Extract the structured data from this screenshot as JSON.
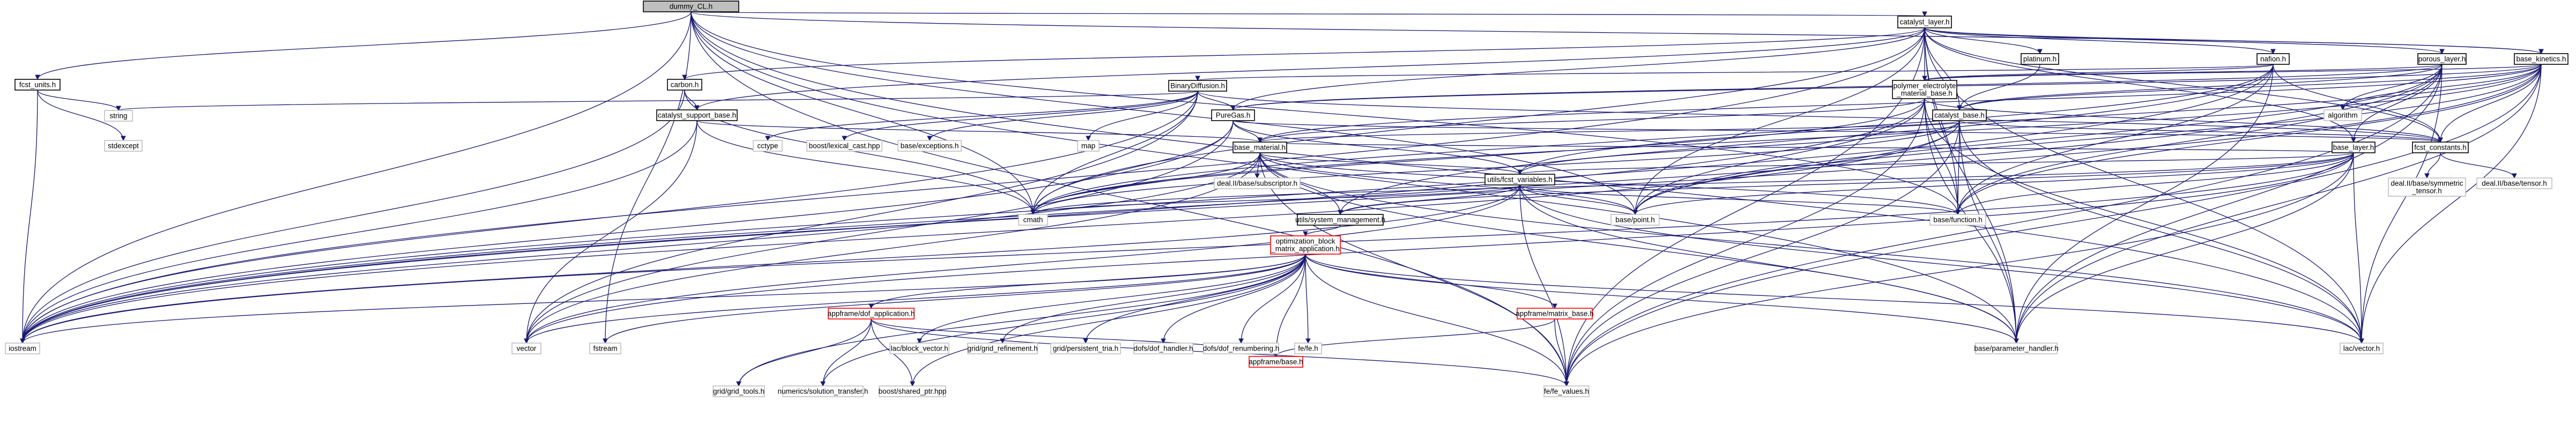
{
  "diagram": {
    "nodes": [
      {
        "id": "dummy",
        "lines": [
          "dummy_CL.h"
        ],
        "style": "root"
      },
      {
        "id": "catalyst_layer",
        "lines": [
          "catalyst_layer.h"
        ],
        "style": "normal"
      },
      {
        "id": "fcst_units",
        "lines": [
          "fcst_units.h"
        ],
        "style": "normal"
      },
      {
        "id": "carbon",
        "lines": [
          "carbon.h"
        ],
        "style": "normal"
      },
      {
        "id": "platinum",
        "lines": [
          "platinum.h"
        ],
        "style": "normal"
      },
      {
        "id": "nafion",
        "lines": [
          "nafion.h"
        ],
        "style": "normal"
      },
      {
        "id": "porous_layer",
        "lines": [
          "porous_layer.h"
        ],
        "style": "normal"
      },
      {
        "id": "base_kinetics",
        "lines": [
          "base_kinetics.h"
        ],
        "style": "normal"
      },
      {
        "id": "binary_diffusion",
        "lines": [
          "BinaryDiffusion.h"
        ],
        "style": "normal"
      },
      {
        "id": "polymer_electrolyte",
        "lines": [
          "polymer_electrolyte",
          "_material_base.h"
        ],
        "style": "normal"
      },
      {
        "id": "catalyst_support_base",
        "lines": [
          "catalyst_support_base.h"
        ],
        "style": "normal"
      },
      {
        "id": "puregas",
        "lines": [
          "PureGas.h"
        ],
        "style": "normal"
      },
      {
        "id": "catalyst_base",
        "lines": [
          "catalyst_base.h"
        ],
        "style": "normal"
      },
      {
        "id": "base_material",
        "lines": [
          "base_material.h"
        ],
        "style": "normal"
      },
      {
        "id": "base_layer",
        "lines": [
          "base_layer.h"
        ],
        "style": "normal"
      },
      {
        "id": "fcst_constants",
        "lines": [
          "fcst_constants.h"
        ],
        "style": "normal"
      },
      {
        "id": "fcst_variables",
        "lines": [
          "utils/fcst_variables.h"
        ],
        "style": "normal"
      },
      {
        "id": "system_management",
        "lines": [
          "utils/system_management.h"
        ],
        "style": "normal"
      },
      {
        "id": "optimization",
        "lines": [
          "optimization_block",
          "_matrix_application.h"
        ],
        "style": "red"
      },
      {
        "id": "dof_application",
        "lines": [
          "appframe/dof_application.h"
        ],
        "style": "red"
      },
      {
        "id": "matrix_base",
        "lines": [
          "appframe/matrix_base.h"
        ],
        "style": "red"
      },
      {
        "id": "appframe_base",
        "lines": [
          "appframe/base.h"
        ],
        "style": "red"
      },
      {
        "id": "iostream",
        "lines": [
          "iostream"
        ],
        "style": "ext"
      },
      {
        "id": "stdexcept",
        "lines": [
          "stdexcept"
        ],
        "style": "ext"
      },
      {
        "id": "string",
        "lines": [
          "string"
        ],
        "style": "ext"
      },
      {
        "id": "vector",
        "lines": [
          "vector"
        ],
        "style": "ext"
      },
      {
        "id": "fstream",
        "lines": [
          "fstream"
        ],
        "style": "ext"
      },
      {
        "id": "cmath",
        "lines": [
          "cmath"
        ],
        "style": "ext"
      },
      {
        "id": "cctype",
        "lines": [
          "cctype"
        ],
        "style": "ext"
      },
      {
        "id": "boost_lexical",
        "lines": [
          "boost/lexical_cast.hpp"
        ],
        "style": "ext"
      },
      {
        "id": "base_exceptions",
        "lines": [
          "base/exceptions.h"
        ],
        "style": "ext"
      },
      {
        "id": "map",
        "lines": [
          "map"
        ],
        "style": "ext"
      },
      {
        "id": "algorithm",
        "lines": [
          "algorithm"
        ],
        "style": "ext"
      },
      {
        "id": "base_point",
        "lines": [
          "base/point.h"
        ],
        "style": "ext"
      },
      {
        "id": "base_function",
        "lines": [
          "base/function.h"
        ],
        "style": "ext"
      },
      {
        "id": "base_parameter_handler",
        "lines": [
          "base/parameter_handler.h"
        ],
        "style": "ext"
      },
      {
        "id": "lac_vector",
        "lines": [
          "lac/vector.h"
        ],
        "style": "ext"
      },
      {
        "id": "fe_values",
        "lines": [
          "fe/fe_values.h"
        ],
        "style": "ext"
      },
      {
        "id": "subscriptor",
        "lines": [
          "deal.II/base/subscriptor.h"
        ],
        "style": "ext"
      },
      {
        "id": "symmetric_tensor",
        "lines": [
          "deal.II/base/symmetric",
          "_tensor.h"
        ],
        "style": "ext"
      },
      {
        "id": "tensor",
        "lines": [
          "deal.II/base/tensor.h"
        ],
        "style": "ext"
      },
      {
        "id": "block_vector",
        "lines": [
          "lac/block_vector.h"
        ],
        "style": "ext"
      },
      {
        "id": "grid_refinement",
        "lines": [
          "grid/grid_refinement.h"
        ],
        "style": "ext"
      },
      {
        "id": "persistent_tria",
        "lines": [
          "grid/persistent_tria.h"
        ],
        "style": "ext"
      },
      {
        "id": "dof_handler",
        "lines": [
          "dofs/dof_handler.h"
        ],
        "style": "ext"
      },
      {
        "id": "dof_renumbering",
        "lines": [
          "dofs/dof_renumbering.h"
        ],
        "style": "ext"
      },
      {
        "id": "fe_fe",
        "lines": [
          "fe/fe.h"
        ],
        "style": "ext"
      },
      {
        "id": "grid_tools",
        "lines": [
          "grid/grid_tools.h"
        ],
        "style": "ext"
      },
      {
        "id": "solution_transfer",
        "lines": [
          "numerics/solution_transfer.h"
        ],
        "style": "ext"
      },
      {
        "id": "shared_ptr",
        "lines": [
          "boost/shared_ptr.hpp"
        ],
        "style": "ext"
      }
    ],
    "edges": [
      [
        "dummy",
        "catalyst_layer"
      ],
      [
        "dummy",
        "fcst_units"
      ],
      [
        "dummy",
        "iostream"
      ],
      [
        "dummy",
        "cmath"
      ],
      [
        "dummy",
        "base_point"
      ],
      [
        "dummy",
        "base_function"
      ],
      [
        "dummy",
        "base_parameter_handler"
      ],
      [
        "dummy",
        "lac_vector"
      ],
      [
        "dummy",
        "fe_values"
      ],
      [
        "dummy",
        "base_kinetics"
      ],
      [
        "dummy",
        "fstream"
      ],
      [
        "fcst_units",
        "iostream"
      ],
      [
        "fcst_units",
        "stdexcept"
      ],
      [
        "fcst_units",
        "string"
      ],
      [
        "catalyst_layer",
        "carbon"
      ],
      [
        "catalyst_layer",
        "platinum"
      ],
      [
        "catalyst_layer",
        "nafion"
      ],
      [
        "catalyst_layer",
        "porous_layer"
      ],
      [
        "catalyst_layer",
        "base_kinetics"
      ],
      [
        "catalyst_layer",
        "catalyst_support_base"
      ],
      [
        "catalyst_layer",
        "catalyst_base"
      ],
      [
        "catalyst_layer",
        "polymer_electrolyte"
      ],
      [
        "catalyst_layer",
        "base_layer"
      ],
      [
        "catalyst_layer",
        "puregas"
      ],
      [
        "catalyst_layer",
        "iostream"
      ],
      [
        "catalyst_layer",
        "base_point"
      ],
      [
        "catalyst_layer",
        "base_function"
      ],
      [
        "catalyst_layer",
        "base_parameter_handler"
      ],
      [
        "catalyst_layer",
        "lac_vector"
      ],
      [
        "catalyst_layer",
        "fe_values"
      ],
      [
        "catalyst_layer",
        "fcst_constants"
      ],
      [
        "catalyst_layer",
        "cmath"
      ],
      [
        "carbon",
        "catalyst_support_base"
      ],
      [
        "carbon",
        "iostream"
      ],
      [
        "carbon",
        "cmath"
      ],
      [
        "platinum",
        "catalyst_base"
      ],
      [
        "nafion",
        "polymer_electrolyte"
      ],
      [
        "nafion",
        "binary_diffusion"
      ],
      [
        "nafion",
        "iostream"
      ],
      [
        "nafion",
        "base_parameter_handler"
      ],
      [
        "nafion",
        "fcst_constants"
      ],
      [
        "nafion",
        "base_function"
      ],
      [
        "nafion",
        "system_management"
      ],
      [
        "nafion",
        "cmath"
      ],
      [
        "porous_layer",
        "base_layer"
      ],
      [
        "porous_layer",
        "puregas"
      ],
      [
        "porous_layer",
        "polymer_electrolyte"
      ],
      [
        "porous_layer",
        "catalyst_base"
      ],
      [
        "porous_layer",
        "base_point"
      ],
      [
        "porous_layer",
        "base_function"
      ],
      [
        "porous_layer",
        "lac_vector"
      ],
      [
        "porous_layer",
        "fe_values"
      ],
      [
        "porous_layer",
        "algorithm"
      ],
      [
        "porous_layer",
        "iostream"
      ],
      [
        "porous_layer",
        "base_parameter_handler"
      ],
      [
        "base_kinetics",
        "catalyst_base"
      ],
      [
        "base_kinetics",
        "polymer_electrolyte"
      ],
      [
        "base_kinetics",
        "puregas"
      ],
      [
        "base_kinetics",
        "base_material"
      ],
      [
        "base_kinetics",
        "fcst_constants"
      ],
      [
        "base_kinetics",
        "fcst_variables"
      ],
      [
        "base_kinetics",
        "algorithm"
      ],
      [
        "base_kinetics",
        "base_point"
      ],
      [
        "base_kinetics",
        "base_function"
      ],
      [
        "base_kinetics",
        "lac_vector"
      ],
      [
        "base_kinetics",
        "fe_values"
      ],
      [
        "base_kinetics",
        "iostream"
      ],
      [
        "base_kinetics",
        "base_parameter_handler"
      ],
      [
        "base_kinetics",
        "cmath"
      ],
      [
        "binary_diffusion",
        "puregas"
      ],
      [
        "binary_diffusion",
        "cctype"
      ],
      [
        "binary_diffusion",
        "boost_lexical"
      ],
      [
        "binary_diffusion",
        "base_exceptions"
      ],
      [
        "binary_diffusion",
        "map"
      ],
      [
        "binary_diffusion",
        "string"
      ],
      [
        "binary_diffusion",
        "iostream"
      ],
      [
        "binary_diffusion",
        "vector"
      ],
      [
        "binary_diffusion",
        "cmath"
      ],
      [
        "binary_diffusion",
        "fcst_constants"
      ],
      [
        "polymer_electrolyte",
        "base_material"
      ],
      [
        "polymer_electrolyte",
        "fcst_constants"
      ],
      [
        "polymer_electrolyte",
        "base_point"
      ],
      [
        "polymer_electrolyte",
        "base_function"
      ],
      [
        "polymer_electrolyte",
        "base_parameter_handler"
      ],
      [
        "polymer_electrolyte",
        "lac_vector"
      ],
      [
        "polymer_electrolyte",
        "fe_values"
      ],
      [
        "polymer_electrolyte",
        "iostream"
      ],
      [
        "polymer_electrolyte",
        "cmath"
      ],
      [
        "catalyst_support_base",
        "base_material"
      ],
      [
        "catalyst_support_base",
        "iostream"
      ],
      [
        "catalyst_support_base",
        "cmath"
      ],
      [
        "catalyst_support_base",
        "vector"
      ],
      [
        "puregas",
        "base_material"
      ],
      [
        "puregas",
        "fcst_constants"
      ],
      [
        "puregas",
        "fcst_variables"
      ],
      [
        "puregas",
        "iostream"
      ],
      [
        "puregas",
        "cmath"
      ],
      [
        "puregas",
        "vector"
      ],
      [
        "catalyst_base",
        "base_material"
      ],
      [
        "catalyst_base",
        "fcst_constants"
      ],
      [
        "catalyst_base",
        "fcst_variables"
      ],
      [
        "catalyst_base",
        "base_point"
      ],
      [
        "catalyst_base",
        "base_function"
      ],
      [
        "catalyst_base",
        "base_parameter_handler"
      ],
      [
        "catalyst_base",
        "lac_vector"
      ],
      [
        "catalyst_base",
        "fe_values"
      ],
      [
        "catalyst_base",
        "iostream"
      ],
      [
        "catalyst_base",
        "cmath"
      ],
      [
        "base_layer",
        "base_material"
      ],
      [
        "base_layer",
        "fcst_variables"
      ],
      [
        "base_layer",
        "system_management"
      ],
      [
        "base_layer",
        "base_point"
      ],
      [
        "base_layer",
        "base_function"
      ],
      [
        "base_layer",
        "base_parameter_handler"
      ],
      [
        "base_layer",
        "lac_vector"
      ],
      [
        "base_layer",
        "fe_values"
      ],
      [
        "base_layer",
        "iostream"
      ],
      [
        "base_layer",
        "cmath"
      ],
      [
        "base_layer",
        "vector"
      ],
      [
        "base_material",
        "subscriptor"
      ],
      [
        "base_material",
        "system_management"
      ],
      [
        "base_material",
        "fcst_variables"
      ],
      [
        "base_material",
        "base_point"
      ],
      [
        "base_material",
        "base_function"
      ],
      [
        "base_material",
        "base_parameter_handler"
      ],
      [
        "base_material",
        "lac_vector"
      ],
      [
        "base_material",
        "fe_values"
      ],
      [
        "base_material",
        "iostream"
      ],
      [
        "base_material",
        "cmath"
      ],
      [
        "base_material",
        "vector"
      ],
      [
        "fcst_constants",
        "symmetric_tensor"
      ],
      [
        "fcst_constants",
        "tensor"
      ],
      [
        "fcst_variables",
        "system_management"
      ],
      [
        "fcst_variables",
        "base_point"
      ],
      [
        "fcst_variables",
        "base_function"
      ],
      [
        "fcst_variables",
        "base_parameter_handler"
      ],
      [
        "fcst_variables",
        "lac_vector"
      ],
      [
        "fcst_variables",
        "fe_values"
      ],
      [
        "fcst_variables",
        "iostream"
      ],
      [
        "fcst_variables",
        "cmath"
      ],
      [
        "fcst_variables",
        "vector"
      ],
      [
        "system_management",
        "optimization"
      ],
      [
        "optimization",
        "iostream"
      ],
      [
        "optimization",
        "vector"
      ],
      [
        "optimization",
        "fstream"
      ],
      [
        "optimization",
        "block_vector"
      ],
      [
        "optimization",
        "grid_refinement"
      ],
      [
        "optimization",
        "persistent_tria"
      ],
      [
        "optimization",
        "dof_handler"
      ],
      [
        "optimization",
        "dof_renumbering"
      ],
      [
        "optimization",
        "fe_fe"
      ],
      [
        "optimization",
        "fe_values"
      ],
      [
        "optimization",
        "dof_application"
      ],
      [
        "optimization",
        "matrix_base"
      ],
      [
        "optimization",
        "base_parameter_handler"
      ],
      [
        "optimization",
        "lac_vector"
      ],
      [
        "optimization",
        "grid_tools"
      ],
      [
        "optimization",
        "solution_transfer"
      ],
      [
        "optimization",
        "shared_ptr"
      ],
      [
        "optimization",
        "appframe_base"
      ],
      [
        "dof_application",
        "appframe_base"
      ],
      [
        "dof_application",
        "grid_tools"
      ],
      [
        "dof_application",
        "solution_transfer"
      ],
      [
        "dof_application",
        "shared_ptr"
      ],
      [
        "dof_application",
        "fe_values"
      ],
      [
        "matrix_base",
        "appframe_base"
      ],
      [
        "matrix_base",
        "fe_values"
      ]
    ]
  }
}
